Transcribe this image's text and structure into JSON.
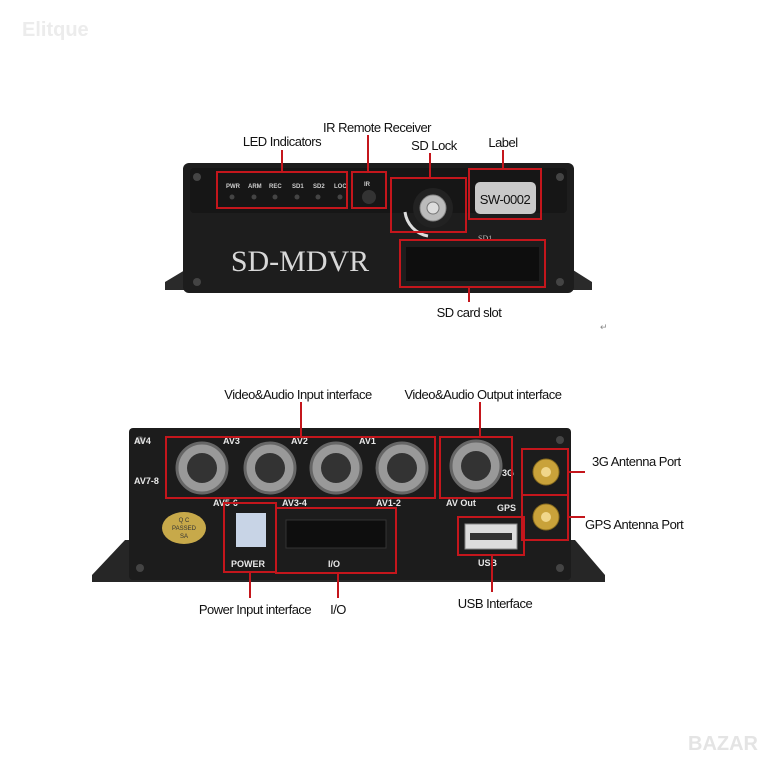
{
  "watermark": {
    "top_left": "Elitque",
    "bottom_right": "BAZAR"
  },
  "front_view": {
    "model_text": "SD-MDVR",
    "label_sticker": "SW-0002",
    "led_labels": [
      "PWR",
      "ARM",
      "REC",
      "SD1",
      "SD2",
      "LOC"
    ],
    "ir_label": "IR",
    "slot_text": "SD1",
    "callouts": {
      "led": "LED Indicators",
      "ir": "IR Remote Receiver",
      "sd_lock": "SD Lock",
      "label": "Label",
      "sd_slot": "SD card slot"
    },
    "return_mark": "↵"
  },
  "rear_view": {
    "port_labels": {
      "av4": "AV4",
      "av3": "AV3",
      "av2": "AV2",
      "av1": "AV1",
      "av7_8": "AV7-8",
      "av5_6": "AV5-6",
      "av3_4": "AV3-4",
      "av1_2": "AV1-2",
      "av_out": "AV Out",
      "g3": "3G",
      "gps": "GPS",
      "power": "POWER",
      "io": "I/O",
      "usb": "USB"
    },
    "seal": [
      "Q C",
      "PASSED",
      "SA"
    ],
    "callouts": {
      "av_in": "Video&Audio Input interface",
      "av_out": "Video&Audio Output interface",
      "g3": "3G Antenna Port",
      "gps": "GPS Antenna Port",
      "power": "Power Input interface",
      "io": "I/O",
      "usb": "USB Interface"
    }
  },
  "colors": {
    "callout_red": "#c4161c",
    "device_black": "#1c1c1c"
  }
}
